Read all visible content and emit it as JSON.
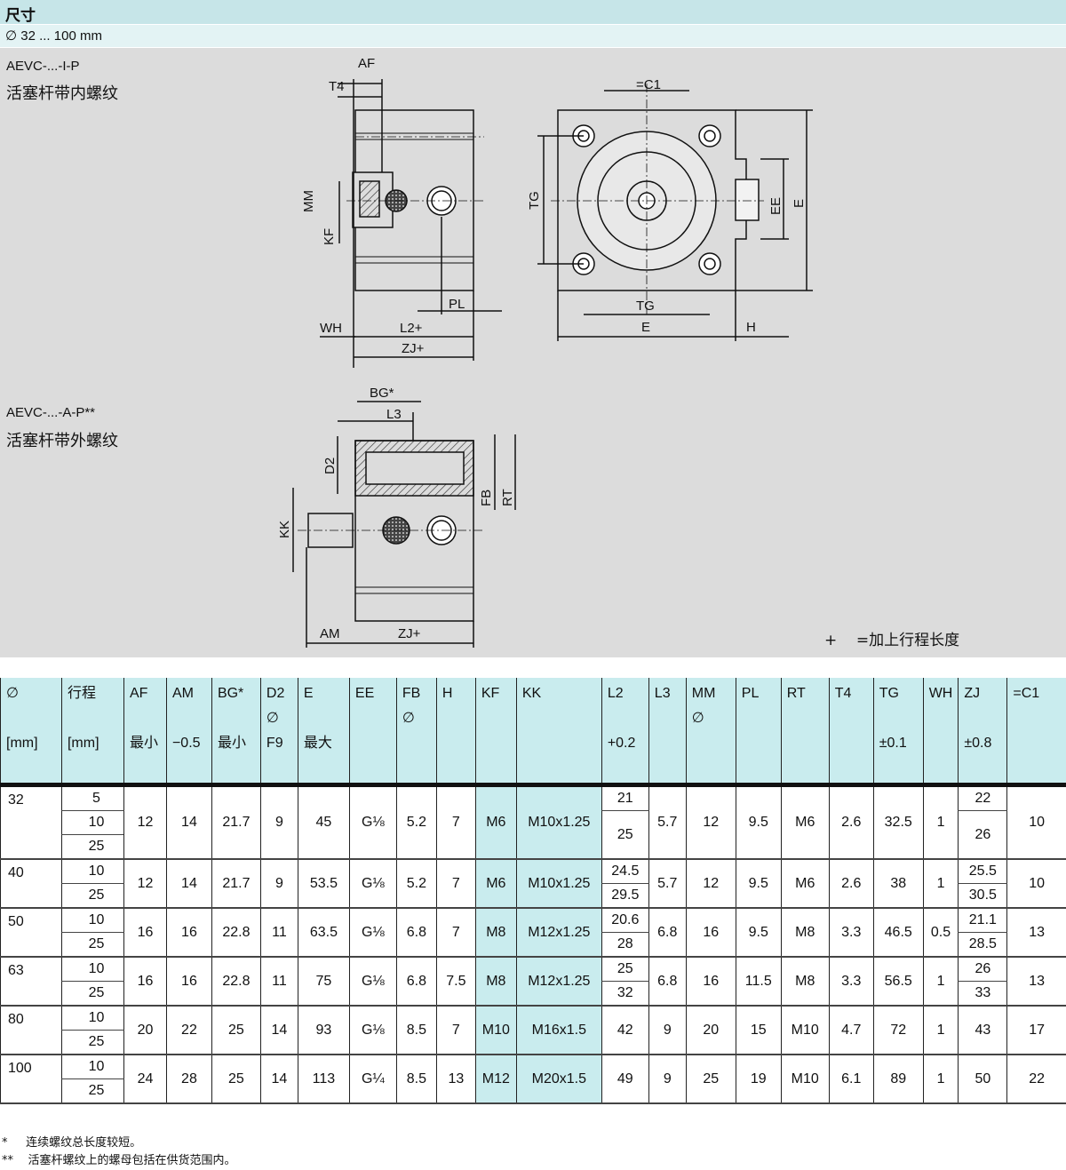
{
  "header": {
    "title": "尺寸",
    "range": "∅ 32 ... 100 mm"
  },
  "variant1": {
    "code": "AEVC-...-I-P",
    "desc": "活塞杆带内螺纹"
  },
  "variant2": {
    "code": "AEVC-...-A-P**",
    "desc": "活塞杆带外螺纹"
  },
  "drawing_labels": {
    "af": "AF",
    "t4": "T4",
    "mm": "MM",
    "kf": "KF",
    "pl": "PL",
    "wh": "WH",
    "l2": "L2+",
    "zj": "ZJ+",
    "c1": "=C1",
    "tg": "TG",
    "ee": "EE",
    "e": "E",
    "h": "H",
    "bg": "BG*",
    "l3": "L3",
    "d2": "D2",
    "fb": "FB",
    "rt": "RT",
    "kk": "KK",
    "am": "AM"
  },
  "legend": {
    "symbol": "+",
    "text": "=加上行程长度"
  },
  "table": {
    "headers": [
      [
        "∅",
        "",
        "[mm]"
      ],
      [
        "行程",
        "",
        "[mm]"
      ],
      [
        "AF",
        "",
        "最小"
      ],
      [
        "AM",
        "",
        "−0.5"
      ],
      [
        "BG*",
        "",
        "最小"
      ],
      [
        "D2",
        "∅",
        "F9"
      ],
      [
        "E",
        "",
        "最大"
      ],
      [
        "EE",
        "",
        ""
      ],
      [
        "FB",
        "∅",
        ""
      ],
      [
        "H",
        "",
        ""
      ],
      [
        "KF",
        "",
        ""
      ],
      [
        "KK",
        "",
        ""
      ],
      [
        "L2",
        "",
        "+0.2"
      ],
      [
        "L3",
        "",
        ""
      ],
      [
        "MM",
        "∅",
        ""
      ],
      [
        "PL",
        "",
        ""
      ],
      [
        "RT",
        "",
        ""
      ],
      [
        "T4",
        "",
        ""
      ],
      [
        "TG",
        "",
        "±0.1"
      ],
      [
        "WH",
        "",
        ""
      ],
      [
        "ZJ",
        "",
        "±0.8"
      ],
      [
        "=C1",
        "",
        ""
      ]
    ],
    "rows": [
      {
        "d": "32",
        "strokes": [
          "5",
          "10",
          "25"
        ],
        "af": "12",
        "am": "14",
        "bg": "21.7",
        "d2": "9",
        "e": "45",
        "ee": "G⅛",
        "fb": "5.2",
        "h": "7",
        "kf": "M6",
        "kk": "M10x1.25",
        "l2": [
          "21",
          "25"
        ],
        "l3": "5.7",
        "mm": "12",
        "pl": "9.5",
        "rt": "M6",
        "t4": "2.6",
        "tg": "32.5",
        "wh": "1",
        "zj": [
          "22",
          "26"
        ],
        "c1": "10"
      },
      {
        "d": "40",
        "strokes": [
          "10",
          "25"
        ],
        "af": "12",
        "am": "14",
        "bg": "21.7",
        "d2": "9",
        "e": "53.5",
        "ee": "G⅛",
        "fb": "5.2",
        "h": "7",
        "kf": "M6",
        "kk": "M10x1.25",
        "l2": [
          "24.5",
          "29.5"
        ],
        "l3": "5.7",
        "mm": "12",
        "pl": "9.5",
        "rt": "M6",
        "t4": "2.6",
        "tg": "38",
        "wh": "1",
        "zj": [
          "25.5",
          "30.5"
        ],
        "c1": "10"
      },
      {
        "d": "50",
        "strokes": [
          "10",
          "25"
        ],
        "af": "16",
        "am": "16",
        "bg": "22.8",
        "d2": "11",
        "e": "63.5",
        "ee": "G⅛",
        "fb": "6.8",
        "h": "7",
        "kf": "M8",
        "kk": "M12x1.25",
        "l2": [
          "20.6",
          "28"
        ],
        "l3": "6.8",
        "mm": "16",
        "pl": "9.5",
        "rt": "M8",
        "t4": "3.3",
        "tg": "46.5",
        "wh": "0.5",
        "zj": [
          "21.1",
          "28.5"
        ],
        "c1": "13"
      },
      {
        "d": "63",
        "strokes": [
          "10",
          "25"
        ],
        "af": "16",
        "am": "16",
        "bg": "22.8",
        "d2": "11",
        "e": "75",
        "ee": "G⅛",
        "fb": "6.8",
        "h": "7.5",
        "kf": "M8",
        "kk": "M12x1.25",
        "l2": [
          "25",
          "32"
        ],
        "l3": "6.8",
        "mm": "16",
        "pl": "11.5",
        "rt": "M8",
        "t4": "3.3",
        "tg": "56.5",
        "wh": "1",
        "zj": [
          "26",
          "33"
        ],
        "c1": "13"
      },
      {
        "d": "80",
        "strokes": [
          "10",
          "25"
        ],
        "af": "20",
        "am": "22",
        "bg": "25",
        "d2": "14",
        "e": "93",
        "ee": "G⅛",
        "fb": "8.5",
        "h": "7",
        "kf": "M10",
        "kk": "M16x1.5",
        "l2": [
          "42"
        ],
        "l3": "9",
        "mm": "20",
        "pl": "15",
        "rt": "M10",
        "t4": "4.7",
        "tg": "72",
        "wh": "1",
        "zj": [
          "43"
        ],
        "c1": "17"
      },
      {
        "d": "100",
        "strokes": [
          "10",
          "25"
        ],
        "af": "24",
        "am": "28",
        "bg": "25",
        "d2": "14",
        "e": "113",
        "ee": "G¼",
        "fb": "8.5",
        "h": "13",
        "kf": "M12",
        "kk": "M20x1.5",
        "l2": [
          "49"
        ],
        "l3": "9",
        "mm": "25",
        "pl": "19",
        "rt": "M10",
        "t4": "6.1",
        "tg": "89",
        "wh": "1",
        "zj": [
          "50"
        ],
        "c1": "22"
      }
    ]
  },
  "footnotes": [
    {
      "mark": "*",
      "text": "连续螺纹总长度较短。"
    },
    {
      "mark": "**",
      "text": "活塞杆螺纹上的螺母包括在供货范围内。"
    }
  ]
}
